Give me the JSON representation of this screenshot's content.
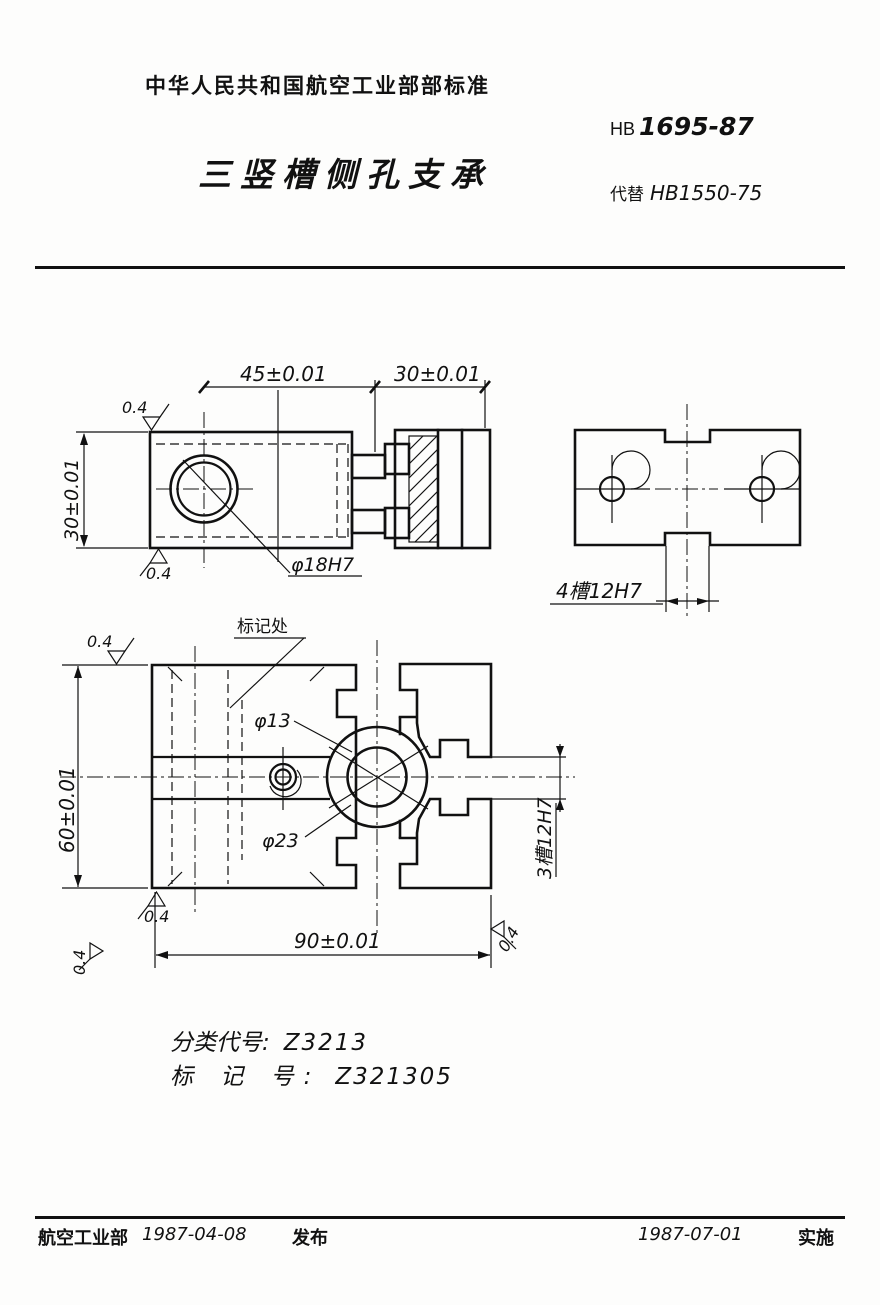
{
  "header": {
    "org_title": "中华人民共和国航空工业部部标准",
    "standard_prefix": "HB",
    "standard_number": "1695-87",
    "doc_title": "三竖槽侧孔支承",
    "replaces_label": "代替",
    "replaces_number": "HB1550-75"
  },
  "drawing": {
    "dim_45": "45±0.01",
    "dim_30_top": "30±0.01",
    "dim_30_left": "30±0.01",
    "dim_60": "60±0.01",
    "dim_90": "90±0.01",
    "hole_phi18": "φ18H7",
    "hole_phi13": "φ13",
    "hole_phi23": "φ23",
    "slot_4": "4槽12H7",
    "slot_3": "3槽12H7",
    "marking_note": "标记处",
    "finish_value": "0.4"
  },
  "codes": {
    "class_label": "分类代号:",
    "class_value": "Z3213",
    "mark_label": "标 记 号:",
    "mark_value": "Z321305"
  },
  "footer": {
    "issuer": "航空工业部",
    "publish_date": "1987-04-08",
    "publish_label": "发布",
    "implement_date": "1987-07-01",
    "implement_label": "实施"
  }
}
